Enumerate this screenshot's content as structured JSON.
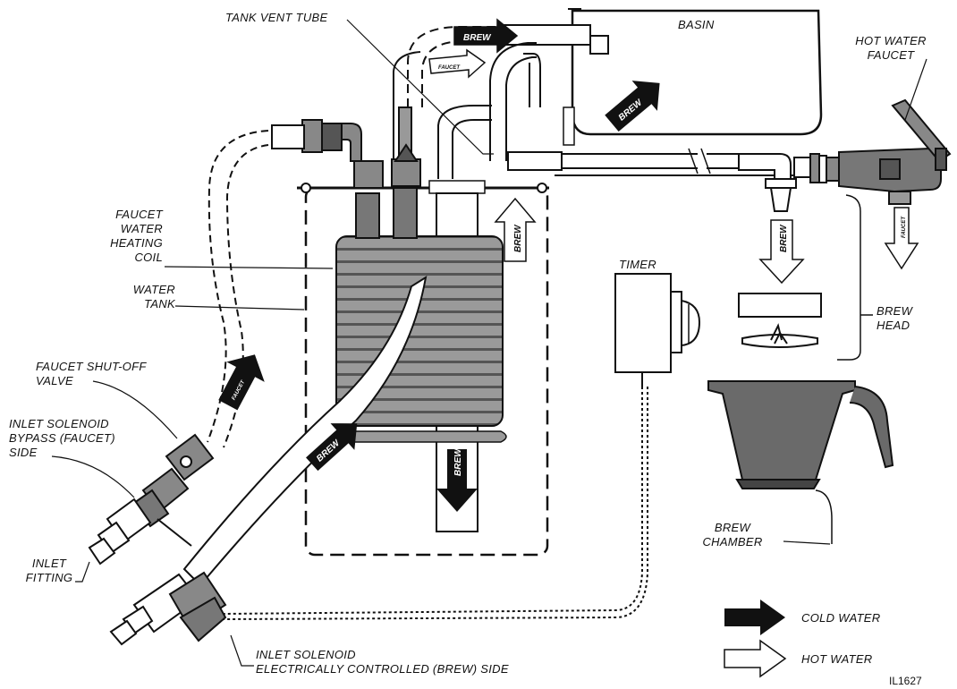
{
  "labels": {
    "tank_vent_tube": "TANK VENT TUBE",
    "basin": "BASIN",
    "hot_water_faucet": [
      "HOT WATER",
      "FAUCET"
    ],
    "faucet_water_heating_coil": [
      "FAUCET",
      "WATER",
      "HEATING",
      "COIL"
    ],
    "water_tank": [
      "WATER",
      "TANK"
    ],
    "timer": "TIMER",
    "brew_head": [
      "BREW",
      "HEAD"
    ],
    "faucet_shutoff_valve": [
      "FAUCET SHUT-OFF",
      "VALVE"
    ],
    "inlet_solenoid_bypass": [
      "INLET SOLENOID",
      "BYPASS (FAUCET)",
      "SIDE"
    ],
    "inlet_fitting": [
      "INLET",
      "FITTING"
    ],
    "brew_chamber": [
      "BREW",
      "CHAMBER"
    ],
    "inlet_solenoid_brew": [
      "INLET SOLENOID",
      "ELECTRICALLY CONTROLLED (BREW) SIDE"
    ]
  },
  "arrow_words": {
    "brew": "BREW",
    "faucet": "FAUCET"
  },
  "legend": {
    "cold_water": "COLD WATER",
    "hot_water": "HOT WATER"
  },
  "figure_id": "IL1627"
}
